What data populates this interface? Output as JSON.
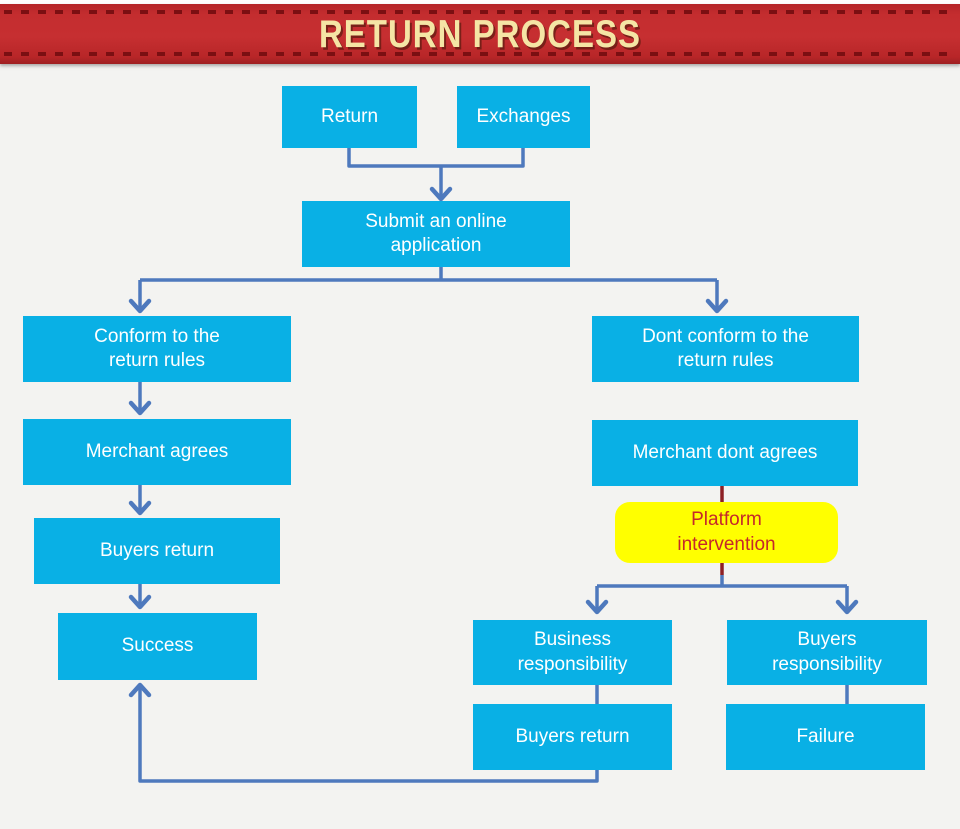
{
  "banner": {
    "title": "RETURN PROCESS",
    "background_color": "#c42d2f",
    "dash_color": "#7b0f12",
    "title_color": "#f5e5a5"
  },
  "colors": {
    "canvas_background": "#f3f3f1",
    "node_fill": "#09b0e5",
    "node_text": "#ffffff",
    "highlight_fill": "#ffff00",
    "highlight_text": "#c5282a",
    "connector_blue": "#4e79bd",
    "connector_maroon": "#8d2024"
  },
  "flowchart": {
    "nodes": [
      {
        "id": "return",
        "label": "Return"
      },
      {
        "id": "exchanges",
        "label": "Exchanges"
      },
      {
        "id": "submit-application",
        "label": "Submit an online\napplication"
      },
      {
        "id": "conform-rules",
        "label": "Conform to the\nreturn rules"
      },
      {
        "id": "dont-conform-rules",
        "label": "Dont conform to the\nreturn rules"
      },
      {
        "id": "merchant-agrees",
        "label": "Merchant agrees"
      },
      {
        "id": "merchant-dont-agrees",
        "label": "Merchant dont agrees"
      },
      {
        "id": "platform-intervention",
        "label": "Platform\nintervention"
      },
      {
        "id": "buyers-return",
        "label": "Buyers return"
      },
      {
        "id": "success",
        "label": "Success"
      },
      {
        "id": "business-responsibility",
        "label": "Business\nresponsibility"
      },
      {
        "id": "buyers-responsibility",
        "label": "Buyers\nresponsibility"
      },
      {
        "id": "buyers-return-2",
        "label": "Buyers return"
      },
      {
        "id": "failure",
        "label": "Failure"
      }
    ],
    "edges": [
      "Return -> Submit an online application",
      "Exchanges -> Submit an online application",
      "Submit an online application -> Conform to the return rules",
      "Submit an online application -> Dont conform to the return rules",
      "Conform to the return rules -> Merchant agrees",
      "Merchant agrees -> Buyers return",
      "Buyers return -> Success",
      "Dont conform to the return rules -> Merchant dont agrees",
      "Merchant dont agrees -> Platform intervention",
      "Platform intervention -> Business responsibility",
      "Platform intervention -> Buyers responsibility",
      "Business responsibility -> Buyers return (2)",
      "Buyers responsibility -> Failure",
      "Buyers return (2) -> Success"
    ]
  }
}
